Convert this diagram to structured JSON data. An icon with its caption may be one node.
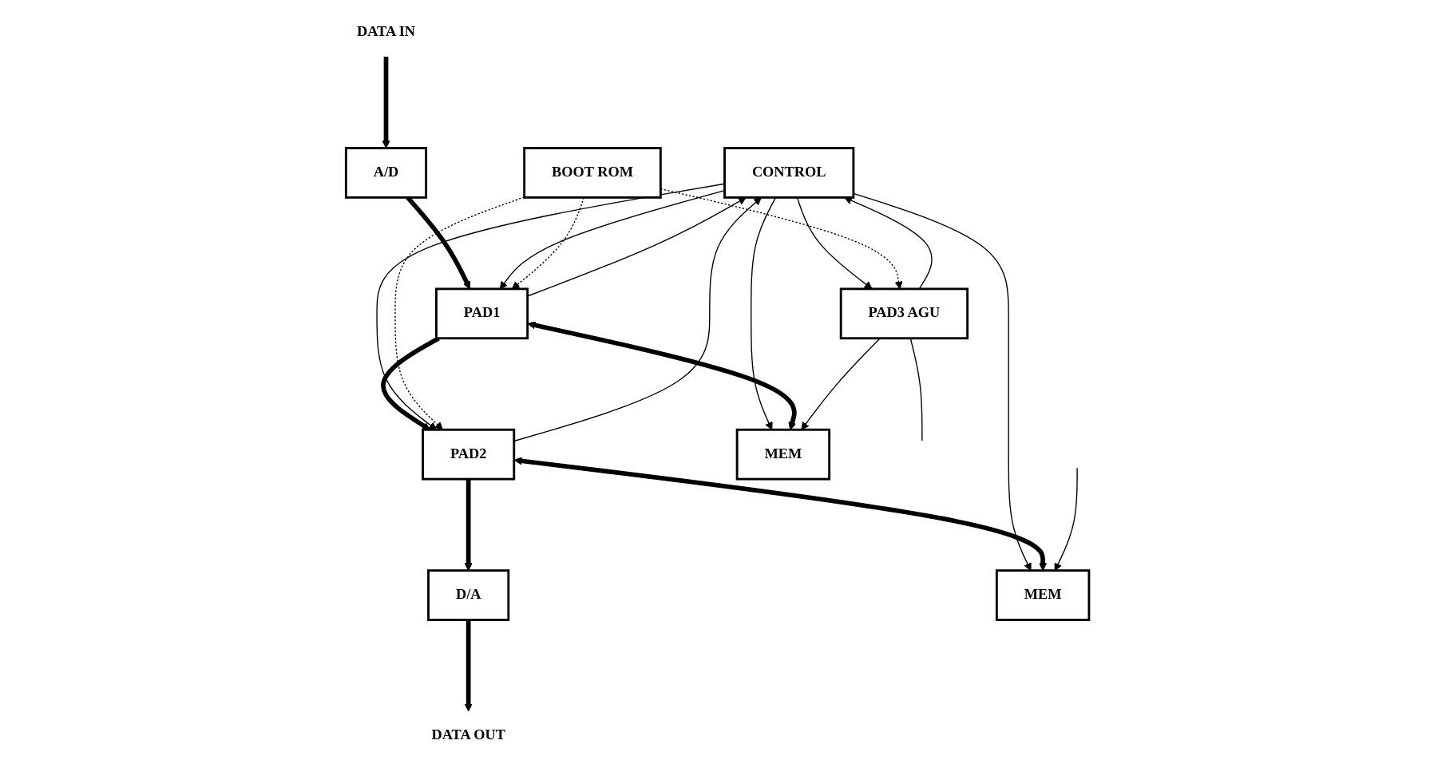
{
  "diagram": {
    "nodes": [
      {
        "text": [
          "CONTROL"
        ]
      },
      {
        "text": [
          "DATA IN"
        ]
      },
      {
        "text": [
          "A/D"
        ]
      },
      {
        "text": [
          "PAD1"
        ]
      },
      {
        "text": [
          "PAD2"
        ]
      },
      {
        "text": [
          "D/A"
        ]
      },
      {
        "text": [
          "DATA OUT"
        ]
      },
      {
        "text": [
          "BOOT ROM"
        ]
      },
      {
        "text": [
          "PAD3 AGU"
        ]
      },
      {
        "text": [
          "MEM"
        ]
      },
      {
        "text": [
          "MEM"
        ]
      }
    ],
    "edges": [
      {
        "from": 1,
        "to": 2,
        "arrow": "to",
        "style": "thick"
      },
      {
        "from": 2,
        "to": 3,
        "arrow": "to",
        "style": "thick"
      },
      {
        "from": 3,
        "to": 4,
        "arrow": "to",
        "style": "thick"
      },
      {
        "from": 4,
        "to": 5,
        "arrow": "to",
        "style": "thick"
      },
      {
        "from": 5,
        "to": 6,
        "arrow": "to",
        "style": "thick"
      },
      {
        "from": 3,
        "to": 0,
        "arrow": "to"
      },
      {
        "from": 4,
        "to": 0,
        "arrow": "to"
      },
      {
        "from": 8,
        "to": 0,
        "arrow": "to"
      },
      {
        "from": 0,
        "to": 3,
        "arrow": "to"
      },
      {
        "from": 0,
        "to": 4,
        "arrow": "to"
      },
      {
        "from": 0,
        "to": 8,
        "arrow": "to"
      },
      {
        "from": 0,
        "to": 9,
        "arrow": "to"
      },
      {
        "from": 0,
        "to": 10,
        "arrow": "to"
      },
      {
        "from": 7,
        "to": 8,
        "arrow": "to",
        "style": "dashed"
      },
      {
        "from": 7,
        "to": 3,
        "arrow": "to",
        "style": "dashed"
      },
      {
        "from": 7,
        "to": 4,
        "arrow": "to",
        "style": "dashed"
      },
      {
        "from": 3,
        "to": 9,
        "arrow": "both",
        "style": "thick"
      },
      {
        "from": 4,
        "to": 10,
        "arrow": "both",
        "style": "thick"
      },
      {
        "from": 8,
        "to": 9,
        "arrow": "to"
      },
      {
        "from": 8,
        "to": null,
        "arrow": "none"
      },
      {
        "from": null,
        "to": 10,
        "arrow": "to"
      }
    ]
  }
}
